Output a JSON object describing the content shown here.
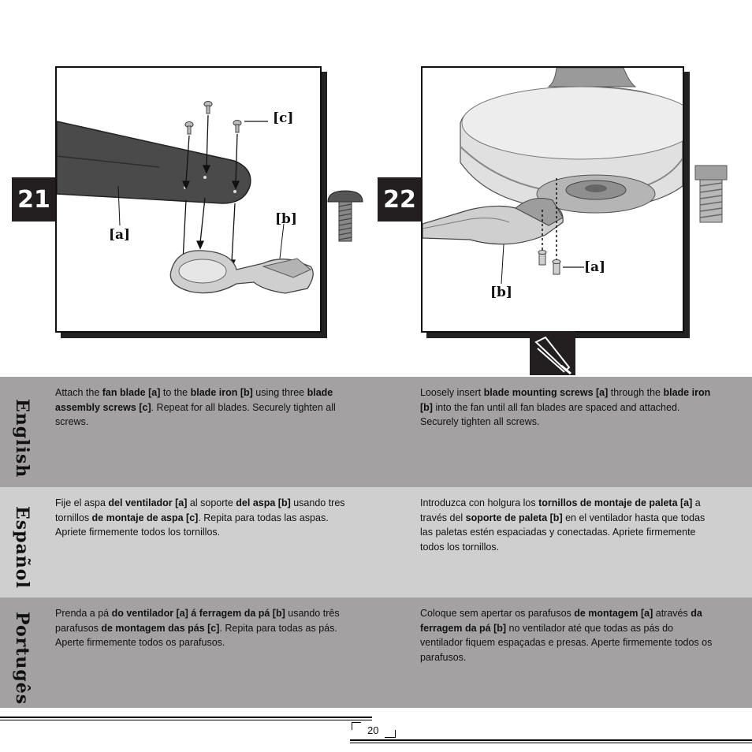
{
  "steps": [
    {
      "number": "21",
      "labels": {
        "a": "[a]",
        "b": "[b]",
        "c": "[c]"
      }
    },
    {
      "number": "22",
      "labels": {
        "a": "[a]",
        "b": "[b]"
      }
    }
  ],
  "languages": [
    {
      "name": "English",
      "step21": [
        {
          "t": "Attach the "
        },
        {
          "t": "fan blade [a]",
          "b": true
        },
        {
          "t": " to the "
        },
        {
          "t": "blade iron [b]",
          "b": true
        },
        {
          "t": " using three "
        },
        {
          "t": "blade assembly screws [c]",
          "b": true
        },
        {
          "t": ". Repeat for all blades. Securely tighten all screws."
        }
      ],
      "step22": [
        {
          "t": "Loosely insert "
        },
        {
          "t": "blade mounting screws [a]",
          "b": true
        },
        {
          "t": " through the "
        },
        {
          "t": "blade iron [b]",
          "b": true
        },
        {
          "t": " into the fan until all fan blades are spaced and attached. Securely tighten all screws."
        }
      ]
    },
    {
      "name": "Español",
      "step21": [
        {
          "t": "Fije el aspa "
        },
        {
          "t": "del ventilador [a]",
          "b": true
        },
        {
          "t": " al soporte "
        },
        {
          "t": "del aspa [b]",
          "b": true
        },
        {
          "t": " usando tres tornillos "
        },
        {
          "t": "de montaje de aspa [c]",
          "b": true
        },
        {
          "t": ". Repita para todas las aspas. Apriete firmemente todos los tornillos."
        }
      ],
      "step22": [
        {
          "t": "Introduzca con holgura los "
        },
        {
          "t": "tornillos de montaje de paleta [a]",
          "b": true
        },
        {
          "t": " a través del "
        },
        {
          "t": "soporte de paleta [b]",
          "b": true
        },
        {
          "t": " en el ventilador hasta que todas las paletas estén espaciadas y conectadas. Apriete firmemente todos los tornillos."
        }
      ]
    },
    {
      "name": "Portugês",
      "step21": [
        {
          "t": "Prenda a pá "
        },
        {
          "t": "do ventilador [a] á ferragem da pá [b]",
          "b": true
        },
        {
          "t": " usando três parafusos "
        },
        {
          "t": "de montagem das pás [c]",
          "b": true
        },
        {
          "t": ". Repita para todas as pás. Aperte firmemente todos os parafusos."
        }
      ],
      "step22": [
        {
          "t": "Coloque sem apertar os parafusos "
        },
        {
          "t": "de montagem [a]",
          "b": true
        },
        {
          "t": " através "
        },
        {
          "t": "da ferragem da pá [b]",
          "b": true
        },
        {
          "t": " no ventilador até que todas as pás do ventilador fiquem espaçadas e presas. Aperte firmemente todos os parafusos."
        }
      ]
    }
  ],
  "colors": {
    "band_dark": "#a3a1a2",
    "band_light": "#cfcfcf",
    "step_bg": "#231f20"
  },
  "footer": {
    "page_number": "20"
  }
}
